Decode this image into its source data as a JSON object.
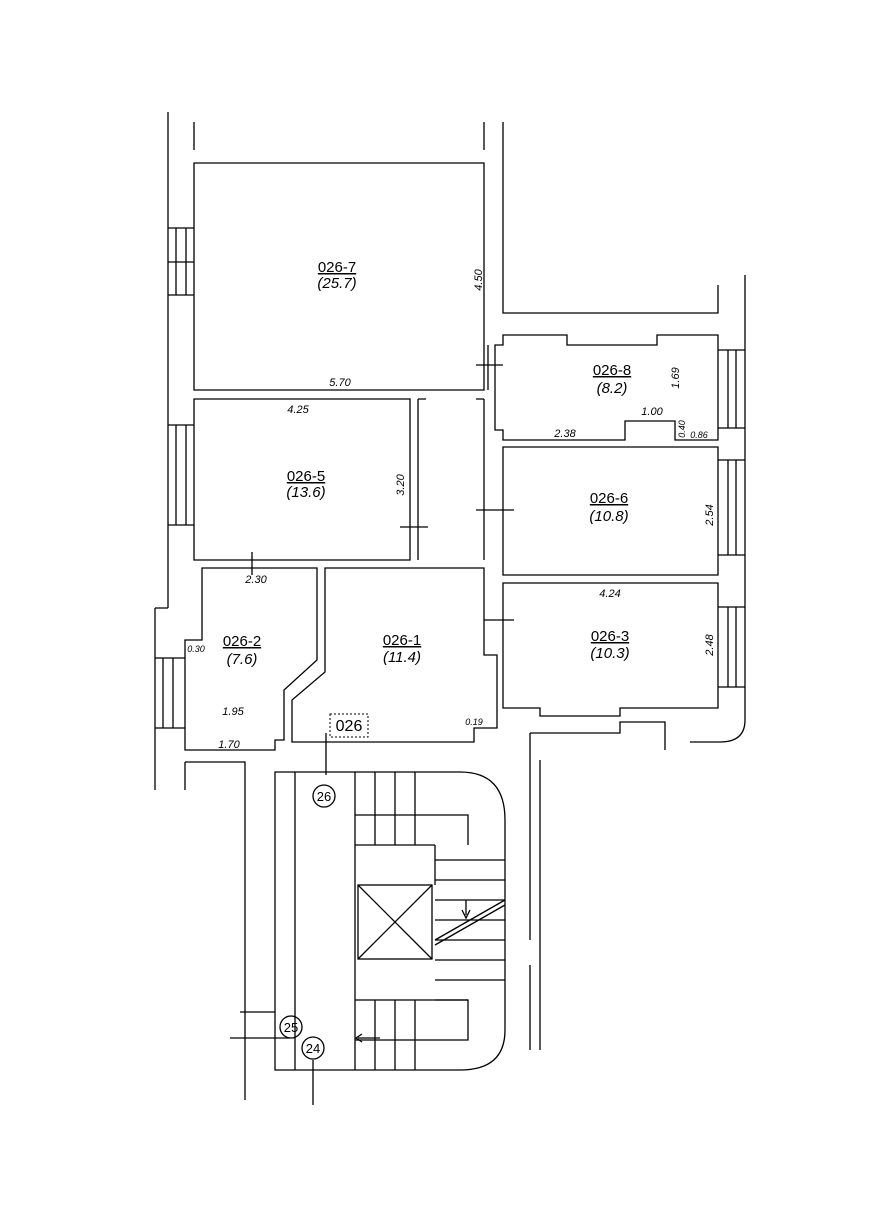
{
  "plan": {
    "apartment_label": "026",
    "rooms": [
      {
        "id": "026-7",
        "area": "(25.7)"
      },
      {
        "id": "026-5",
        "area": "(13.6)"
      },
      {
        "id": "026-2",
        "area": "(7.6)"
      },
      {
        "id": "026-1",
        "area": "(11.4)"
      },
      {
        "id": "026-8",
        "area": "(8.2)"
      },
      {
        "id": "026-6",
        "area": "(10.8)"
      },
      {
        "id": "026-3",
        "area": "(10.3)"
      }
    ],
    "dimensions": {
      "r7_height": "4.50",
      "r7_width": "5.70",
      "r5_width": "4.25",
      "r5_height": "3.20",
      "r2_top": "2.30",
      "r2_notch": "0.30",
      "r2_inner": "1.95",
      "r2_bottom": "1.70",
      "r1_corner": "0.19",
      "r8_height": "1.69",
      "r8_niche": "1.00",
      "r8_bottom": "2.38",
      "r8_step": "0.40",
      "r8_right": "0.86",
      "r6_height": "2.54",
      "r6_bottom": "4.24",
      "r3_height": "2.48"
    },
    "axis_markers": [
      "26",
      "25",
      "24"
    ]
  }
}
